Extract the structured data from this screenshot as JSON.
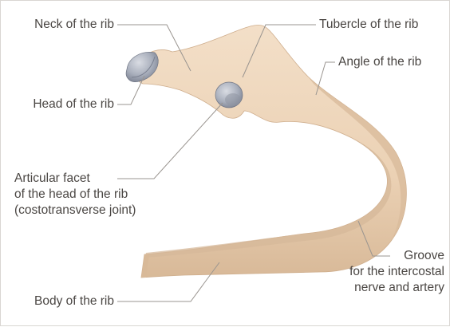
{
  "labels": {
    "neck": "Neck of the rib",
    "tubercle": "Tubercle of the rib",
    "angle": "Angle of the rib",
    "head": "Head of the rib",
    "facet_line1": "Articular facet",
    "facet_line2": "of the head of the rib",
    "facet_line3": "(costotransverse joint)",
    "groove_line1": "Groove",
    "groove_line2": "for the intercostal",
    "groove_line3": "nerve and artery",
    "body": "Body of the rib"
  },
  "colors": {
    "bone_fill": "#ecd3b8",
    "bone_shadow": "#d4b697",
    "facet": "#b3b8c3",
    "facet_dark": "#858b99",
    "leader": "#9a9590",
    "text": "#4a4643"
  }
}
